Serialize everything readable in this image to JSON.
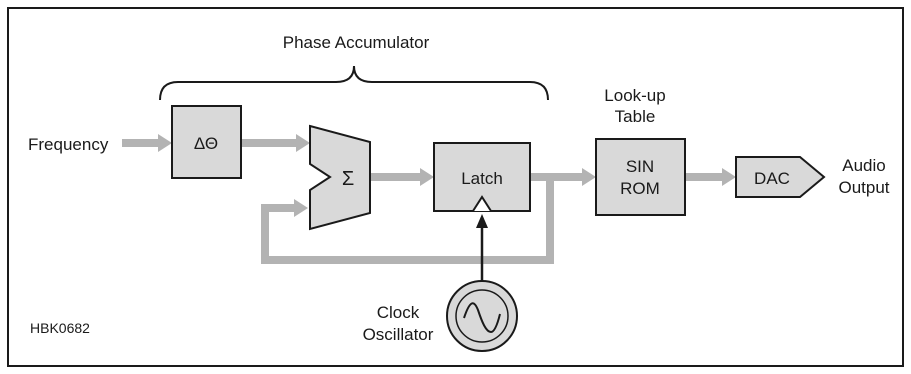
{
  "labels": {
    "phase_accumulator": "Phase Accumulator",
    "frequency": "Frequency",
    "delta_theta": "ΔΘ",
    "sigma": "Σ",
    "latch": "Latch",
    "lookup_line1": "Look-up",
    "lookup_line2": "Table",
    "sin": "SIN",
    "rom": "ROM",
    "dac": "DAC",
    "audio_line1": "Audio",
    "audio_line2": "Output",
    "clock_line1": "Clock",
    "clock_line2": "Oscillator",
    "figure_id": "HBK0682"
  },
  "colors": {
    "block_fill": "#d9d9d9",
    "connector": "#b3b3b3",
    "stroke": "#1a1a1a"
  },
  "icons": {
    "oscillator": "sine-wave-icon",
    "clock_input": "clock-triangle-icon"
  }
}
